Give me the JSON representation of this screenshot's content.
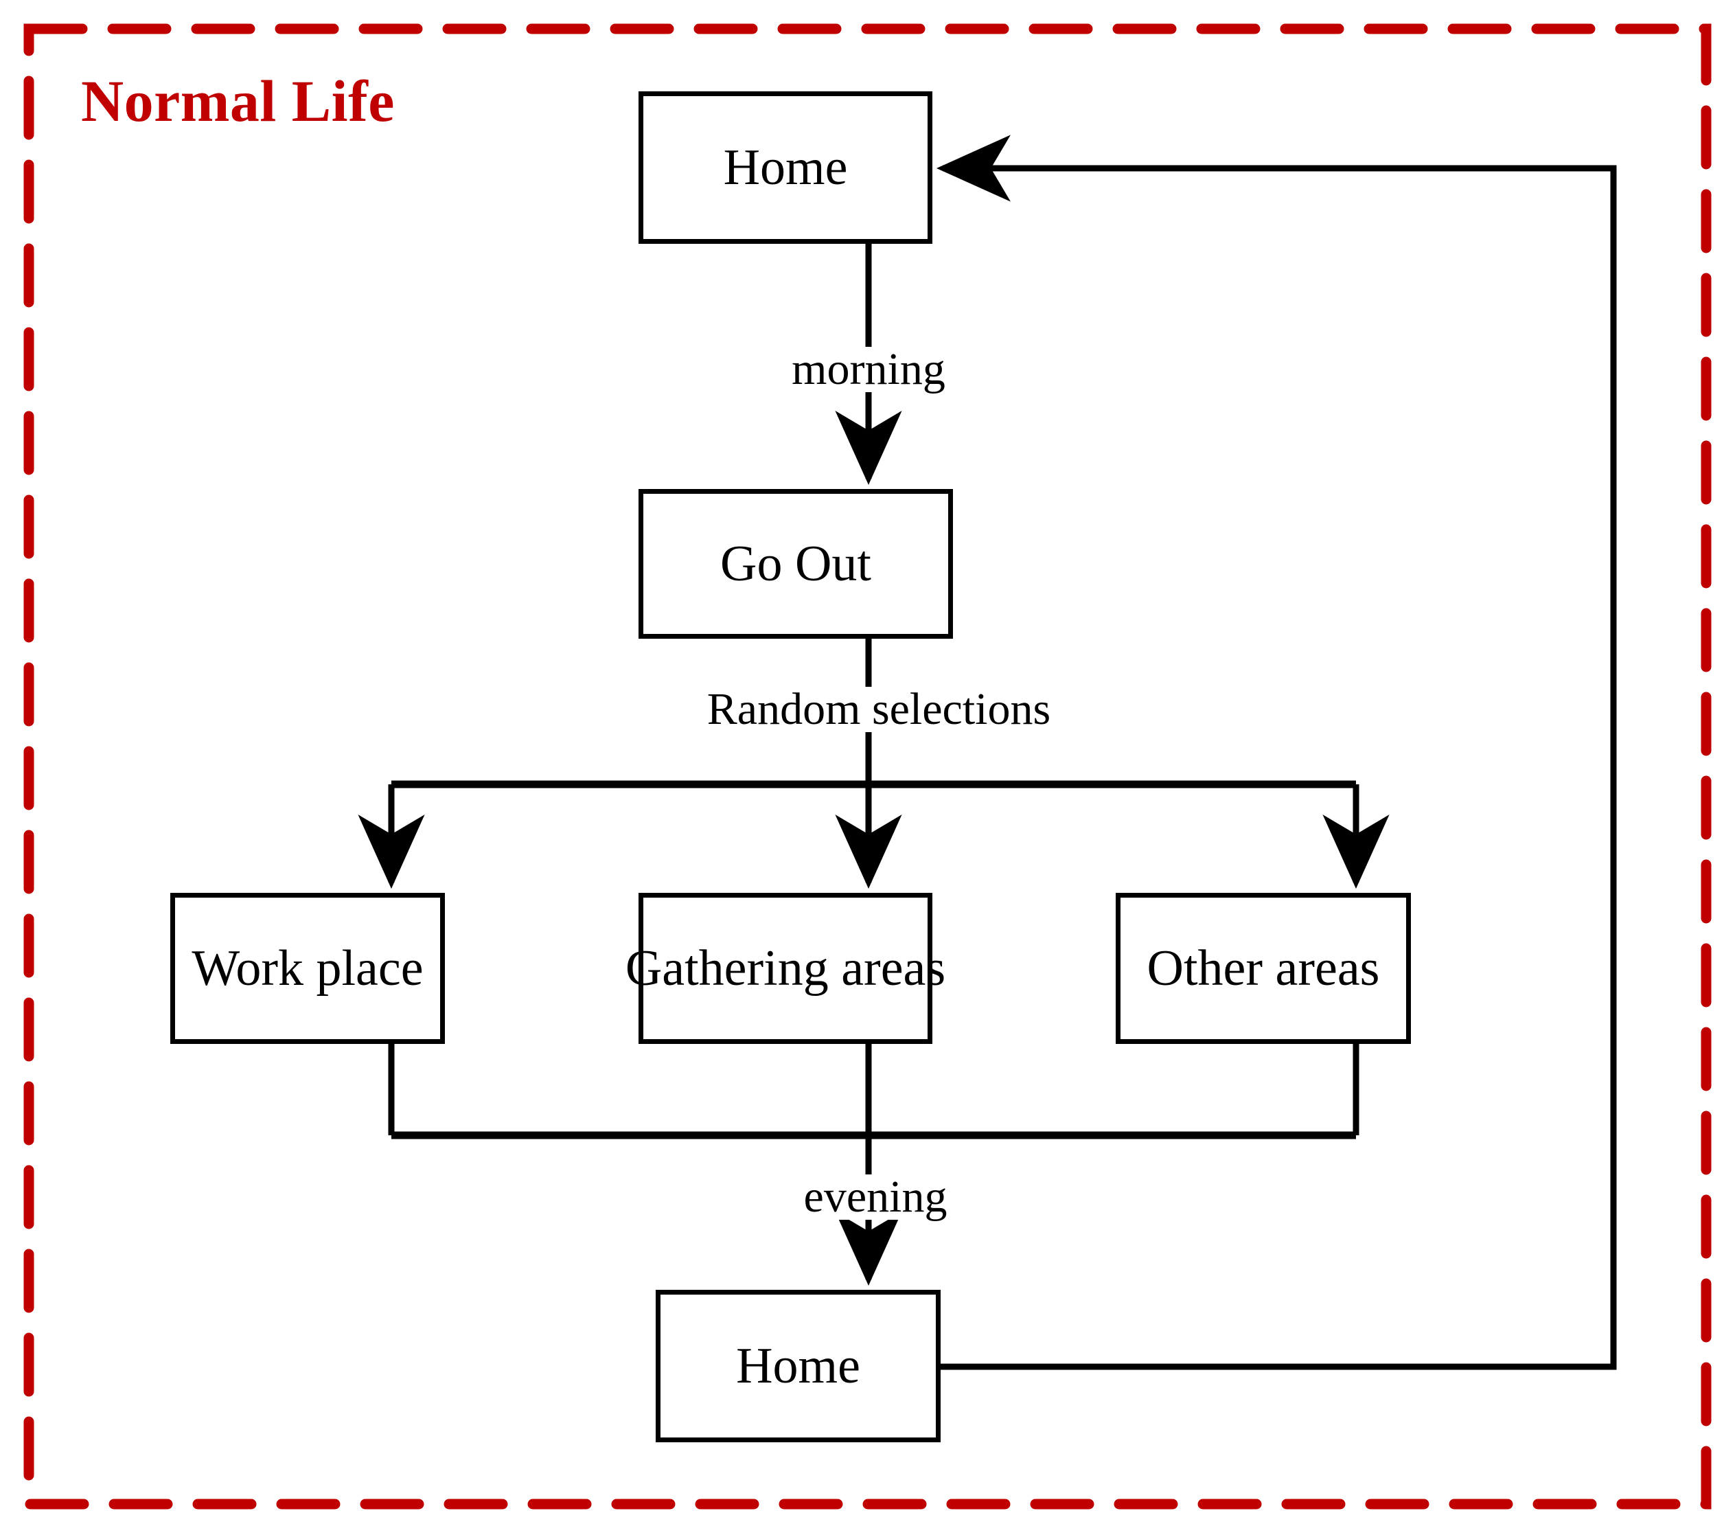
{
  "diagram": {
    "title": "Normal Life",
    "title_color": "#C00000",
    "border_style": "dashed",
    "border_color": "#C00000",
    "nodes": [
      {
        "id": "home-top",
        "label": "Home"
      },
      {
        "id": "go-out",
        "label": "Go Out"
      },
      {
        "id": "work-place",
        "label": "Work place"
      },
      {
        "id": "gathering",
        "label": "Gathering areas"
      },
      {
        "id": "other-areas",
        "label": "Other areas"
      },
      {
        "id": "home-bottom",
        "label": "Home"
      }
    ],
    "edge_labels": [
      {
        "id": "morning",
        "label": "morning"
      },
      {
        "id": "random",
        "label": "Random selections"
      },
      {
        "id": "evening",
        "label": "evening"
      }
    ]
  }
}
